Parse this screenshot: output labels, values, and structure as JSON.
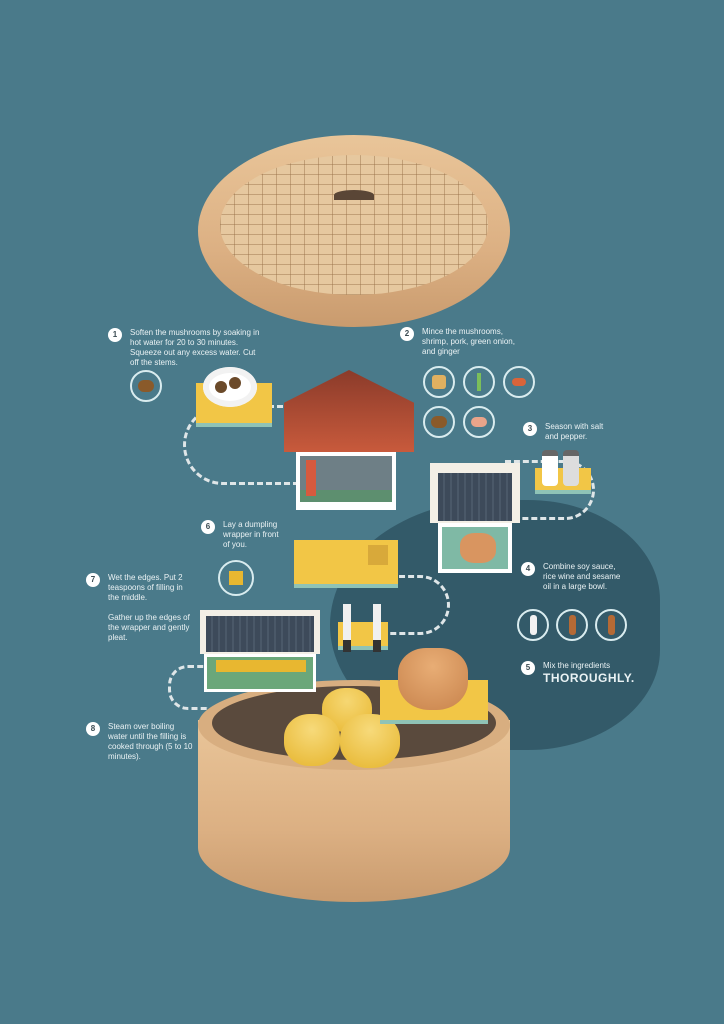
{
  "illustration": {
    "subject": "Steamer basket dumpling-making infographic",
    "colors": {
      "background": "#4a7a8a",
      "shadow": "#2f5563",
      "bamboo": "#e1b98c",
      "platform_yellow": "#f2c646",
      "platform_mint": "#8fc3b6",
      "roof_red": "#c85a3c",
      "roof_slate": "#3d4a5a",
      "text": "#eaf2f4"
    }
  },
  "steps": [
    {
      "number": "1",
      "text": "Soften the mushrooms by soaking in hot water for 20 to 30 minutes. Squeeze out any excess water. Cut off the stems.",
      "icons": [
        "mushroom-icon"
      ]
    },
    {
      "number": "2",
      "text": "Mince the mushrooms, shrimp, pork, green onion, and ginger",
      "icons": [
        "ginger-icon",
        "green-onion-icon",
        "shrimp-icon",
        "mushroom-icon",
        "pig-icon"
      ]
    },
    {
      "number": "3",
      "text": "Season with salt and pepper."
    },
    {
      "number": "4",
      "text": "Combine soy sauce, rice wine and sesame oil in a large bowl.",
      "icons": [
        "rice-wine-bottle-icon",
        "soy-sauce-bottle-icon",
        "sesame-oil-bottle-icon"
      ]
    },
    {
      "number": "5",
      "text": "Mix the ingredients",
      "emphasis": "THOROUGHLY."
    },
    {
      "number": "6",
      "text": "Lay a dumpling wrapper in front of you.",
      "icons": [
        "wrapper-icon"
      ]
    },
    {
      "number": "7",
      "text": "Wet the edges. Put 2 teaspoons of filling in the middle.",
      "text2": "Gather up the edges of the wrapper and gently pleat."
    },
    {
      "number": "8",
      "text": "Steam over boiling water until the filling is cooked through (5 to 10 minutes)."
    }
  ]
}
